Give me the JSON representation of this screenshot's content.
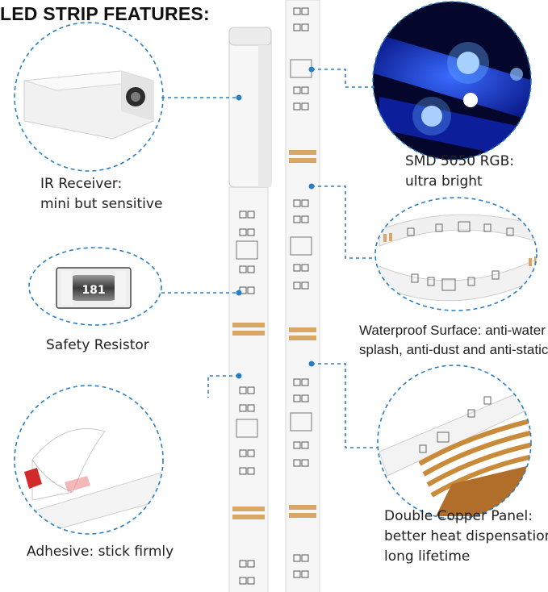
{
  "title": "LED STRIP FEATURES:",
  "resistor_code": "181",
  "features": {
    "ir_receiver": {
      "line1": "IR Receiver:",
      "line2": "mini but sensitive"
    },
    "smd": {
      "line1": "SMD 5050 RGB:",
      "line2": "ultra bright"
    },
    "safety_resistor": {
      "line1": "Safety Resistor"
    },
    "waterproof": {
      "line1": "Waterproof Surface: anti-water",
      "line2": "splash, anti-dust and anti-static"
    },
    "adhesive": {
      "line1": "Adhesive: stick firmly"
    },
    "copper": {
      "line1": "Double Copper Panel:",
      "line2": "better heat dispensation",
      "line3": "long lifetime"
    }
  },
  "colors": {
    "callout_line": "#2a7fc4",
    "strip": "#f4f4f4",
    "copper": "#c98a3a",
    "led_blue": "#1f4fff"
  }
}
